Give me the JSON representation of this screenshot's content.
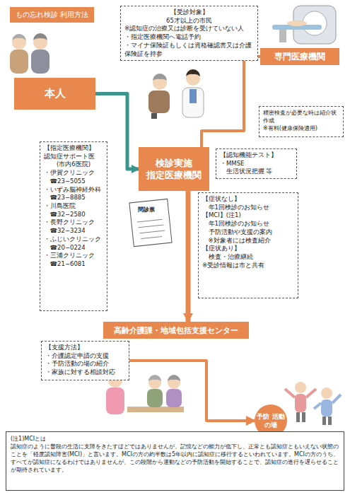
{
  "diagram": {
    "title": "もの忘れ検診 利用方法",
    "nodes": [
      {
        "text": [
          "【受診対象】",
          "65才以上の市民",
          "※認知症の治療又は診断を受けていない人",
          "・指定医療機関へ電話予約",
          "・マイナ保険証もしくは資格確認書又は介護保険証を持参"
        ]
      },
      {
        "text": [
          "本人"
        ]
      },
      {
        "text": [
          "専門医療機関"
        ]
      },
      {
        "text": [
          "精密検査が必要な時は紹介状作成",
          "※有料(健康保険適用)"
        ]
      },
      {
        "text": [
          "【指定医療機関】",
          "認知症サポート医",
          "(市内6医院)",
          "・伊賀クリニック",
          "☎23−5055",
          "・いずみ脳神経外科",
          "☎23−8885",
          "・川島医院",
          "☎32−2580",
          "・長野クリニック",
          "☎32−3234",
          "・ふじいクリニック",
          "☎20−0224",
          "・三浦クリニック",
          "☎21−6081"
        ]
      },
      {
        "text": [
          "検診実施",
          "指定医療機関"
        ]
      },
      {
        "text": [
          "【認知機能テスト】",
          "・MMSE",
          "生活状況把握 等"
        ]
      },
      {
        "text": [
          "【症状なし】",
          "年1回検診のお知らせ",
          "【MCI】(注1)",
          "年1回検診のお知らせ",
          "予防活動や支援の案内",
          "※対象者には検査紹介",
          "【症状あり】",
          "検査・治療継続",
          "※受診情報は市と共有"
        ]
      },
      {
        "text": [
          "高齢介護課・地域包括支援センター"
        ]
      },
      {
        "text": [
          "【支援方法】",
          "・介護認定申請の支援",
          "・予防活動の場の紹介",
          "・家族に対する相談対応"
        ]
      },
      {
        "text": [
          "予防 活動の場"
        ]
      },
      {
        "text": [
          "(注1)MCIとは",
          "認知症のように普段の生活に支障をきたすほどではありませんが、記憶などの能力が低下し、正常とも認知症ともいえない状態のことを「軽度認知障害(MCI)」と言います。MCIの方の約半数は5年以内に認知症に移行するといわれています。MCIの方のうち、すべてが認知症になるわけではありませんが、この段階から運動などの予防活動を開始することで、認知症の進行を遅らせることが期待されています。"
        ]
      }
    ],
    "edges": [
      {
        "from": 1,
        "to": 5,
        "arrow": "to"
      },
      {
        "from": 5,
        "to": 2,
        "arrow": "to"
      },
      {
        "from": 5,
        "to": 8,
        "arrow": "to"
      },
      {
        "from": 9,
        "to": 10,
        "arrow": "to"
      }
    ],
    "labels": [
      "問診票"
    ]
  }
}
